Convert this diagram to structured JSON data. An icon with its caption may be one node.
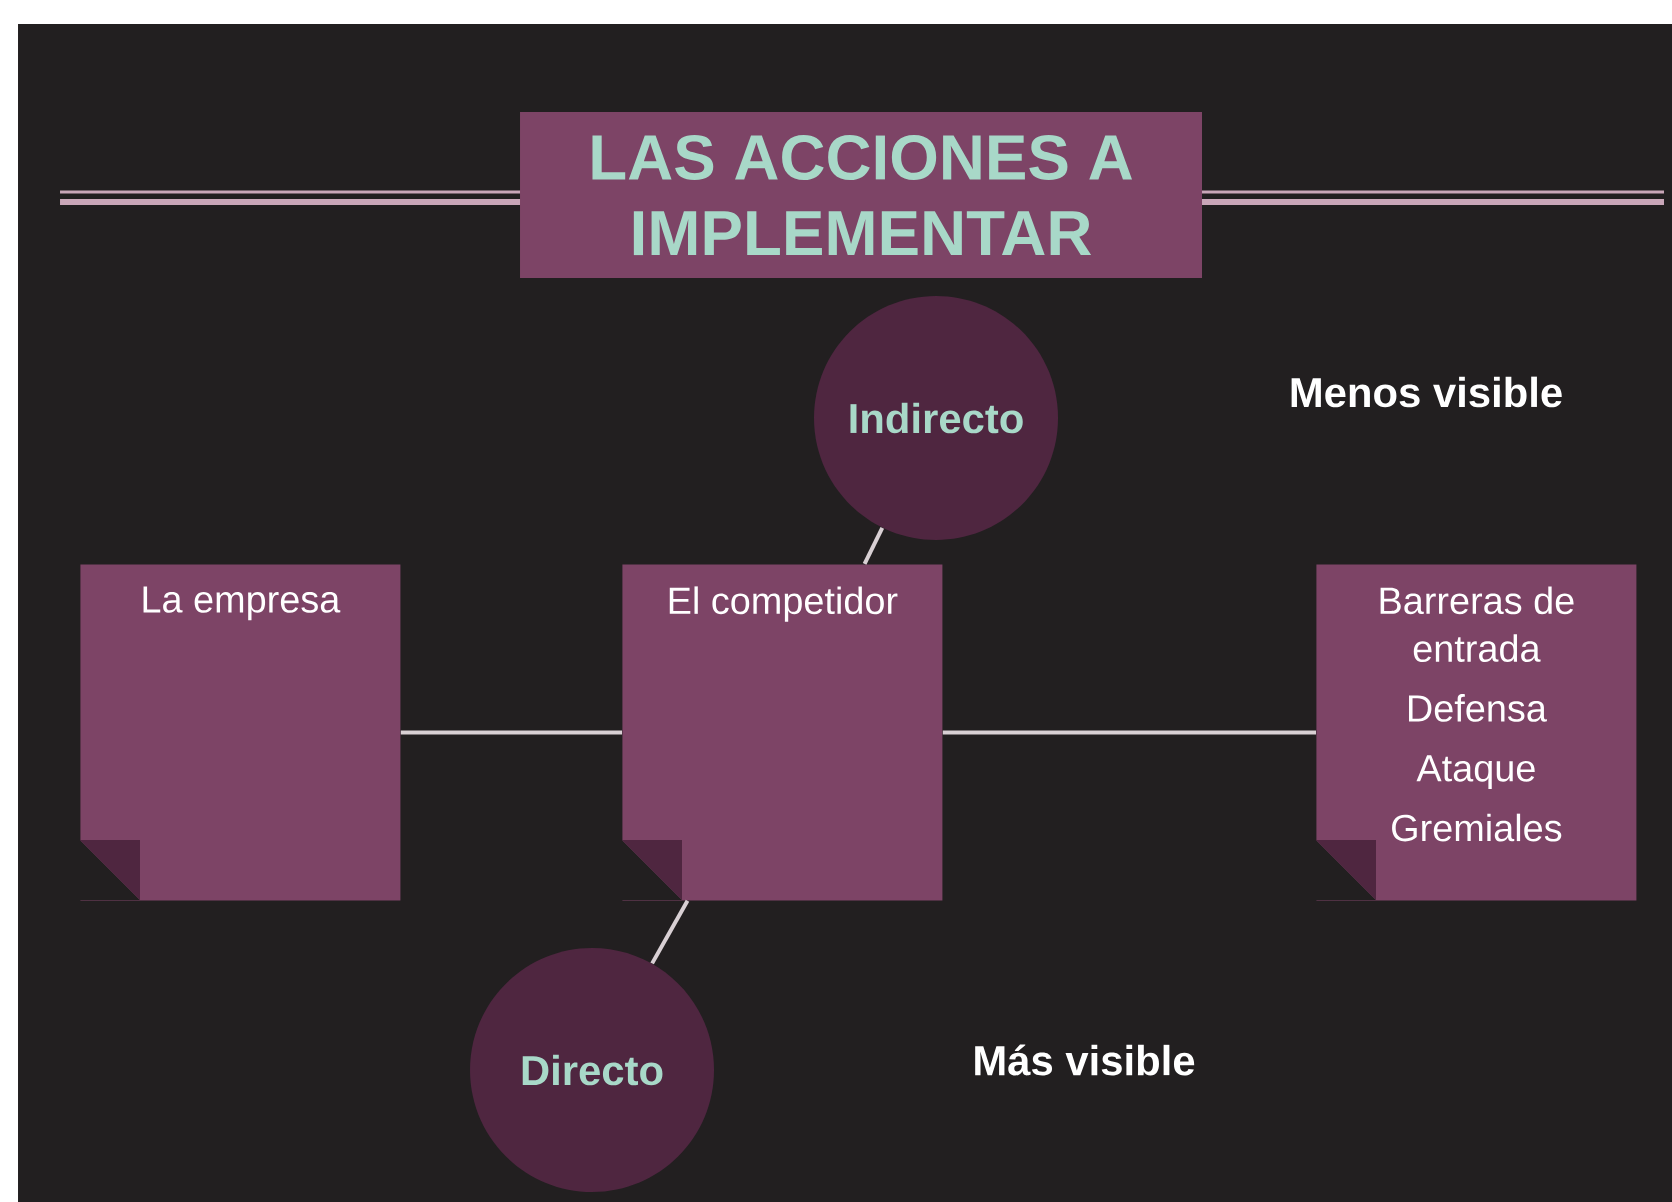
{
  "diagram": {
    "title": "LAS ACCIONES A IMPLEMENTAR",
    "nodes": [
      {
        "text": [
          "Indirecto"
        ]
      },
      {
        "text": [
          "La empresa"
        ]
      },
      {
        "text": [
          "El competidor"
        ]
      },
      {
        "text": [
          "Barreras de entrada",
          "Defensa",
          "Ataque",
          "Gremiales"
        ]
      },
      {
        "text": [
          "Directo"
        ]
      }
    ],
    "edges": [
      {
        "from": 1,
        "to": 2,
        "arrow": "none"
      },
      {
        "from": 2,
        "to": 3,
        "arrow": "none"
      },
      {
        "from": 2,
        "to": 0,
        "arrow": "none"
      },
      {
        "from": 2,
        "to": 4,
        "arrow": "none"
      }
    ],
    "labels": [
      "Menos visible",
      "Más visible"
    ]
  }
}
